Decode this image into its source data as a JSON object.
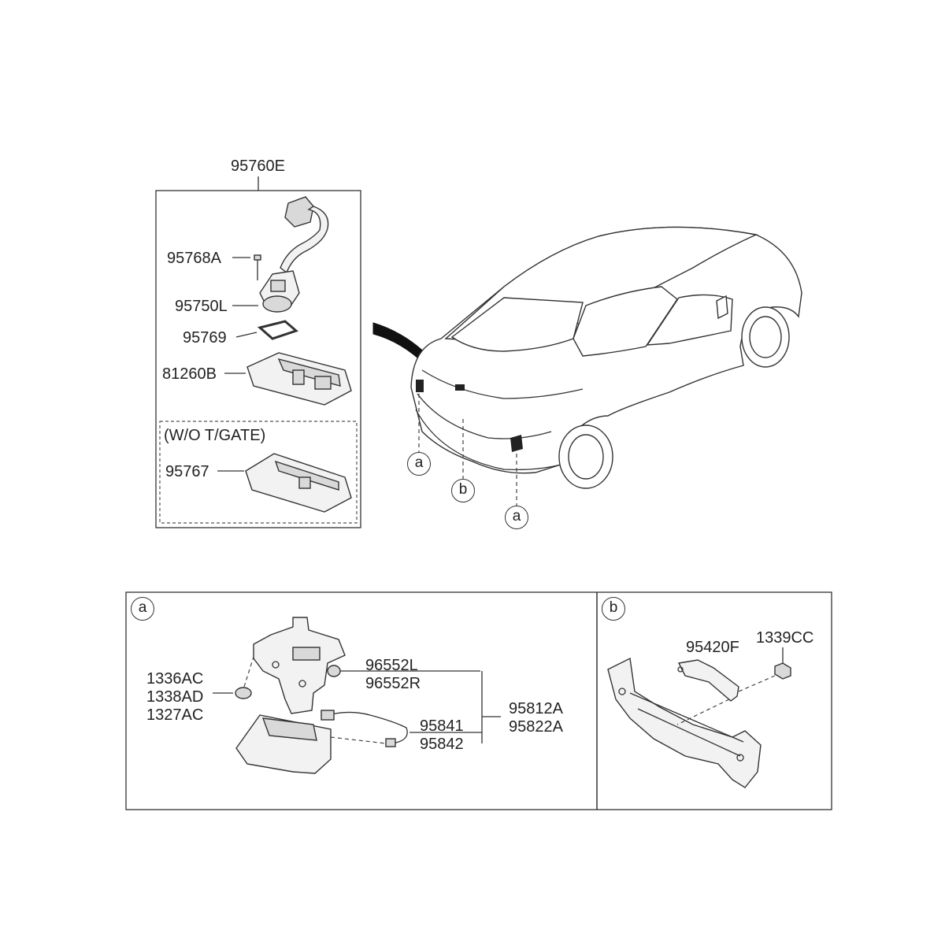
{
  "top_group": {
    "assembly_label": "95760E",
    "parts": {
      "screw": "95768A",
      "camera": "95750L",
      "gasket": "95769",
      "housing": "81260B",
      "housing_alt": "95767"
    },
    "variant_note": "(W/O T/GATE)"
  },
  "car_callouts": {
    "left_a": "a",
    "center_b": "b",
    "right_a": "a"
  },
  "detail_a": {
    "marker": "a",
    "fasteners": [
      "1336AC",
      "1338AD",
      "1327AC"
    ],
    "brackets": [
      "96552L",
      "96552R"
    ],
    "assembly": [
      "95812A",
      "95822A"
    ],
    "harness": [
      "95841",
      "95842"
    ]
  },
  "detail_b": {
    "marker": "b",
    "bracket": "95420F",
    "nut": "1339CC"
  }
}
